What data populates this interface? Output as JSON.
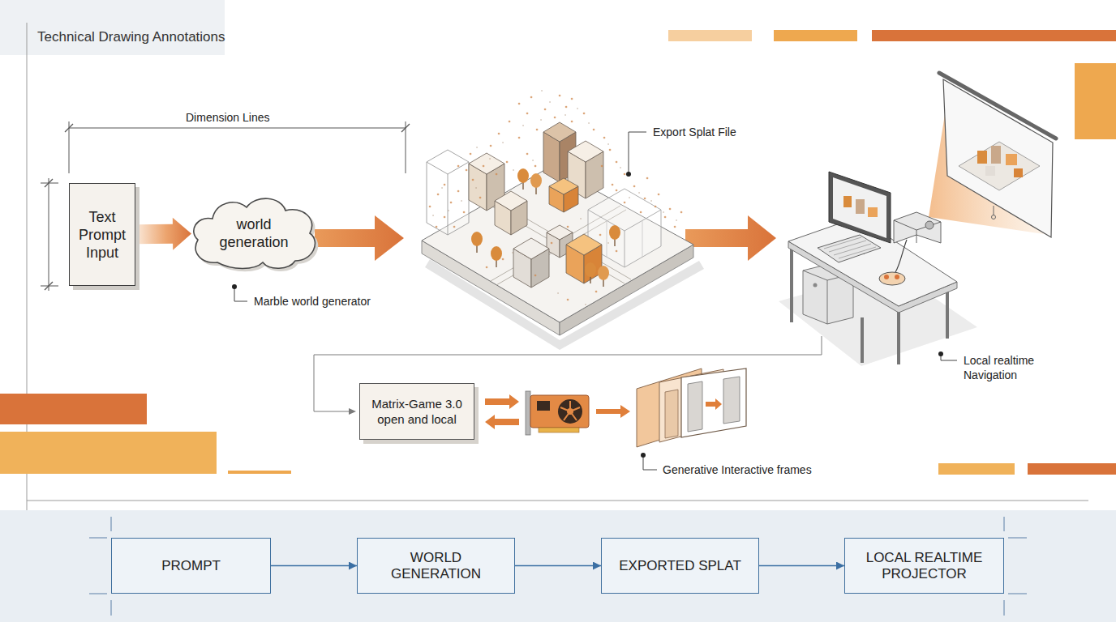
{
  "diagram": {
    "title": "Technical Drawing Annotations",
    "nodes": [
      {
        "text": [
          "Text Prompt Input"
        ]
      },
      {
        "text": [
          "world generation"
        ]
      },
      {
        "text": [
          "Matrix-Game 3.0 open and local"
        ]
      },
      {
        "text": [
          "PROMPT"
        ]
      },
      {
        "text": [
          "WORLD GENERATION"
        ]
      },
      {
        "text": [
          "EXPORTED SPLAT"
        ]
      },
      {
        "text": [
          "LOCAL REALTIME PROJECTOR"
        ]
      }
    ],
    "edges": [
      {
        "from": 0,
        "to": 1,
        "arrow": "to"
      },
      {
        "from": 3,
        "to": 4,
        "arrow": "to"
      },
      {
        "from": 4,
        "to": 5,
        "arrow": "to"
      },
      {
        "from": 5,
        "to": 6,
        "arrow": "to"
      }
    ],
    "labels": [
      "Dimension Lines",
      "Marble world generator",
      "Export Splat File",
      "Local realtime Navigation",
      "Generative Interactive frames"
    ]
  }
}
